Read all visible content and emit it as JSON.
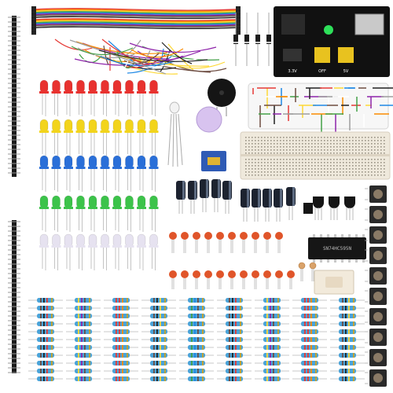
{
  "image": {
    "kind": "product-photo",
    "background": "#ffffff"
  },
  "colors": {
    "led_red": "#e8322f",
    "led_yellow": "#f2d41c",
    "led_blue": "#2a6fd8",
    "led_green": "#3cc34a",
    "led_white": "#e6e2f0",
    "resistor_body": "#4aa3d8",
    "capacitor_ceramic": "#e0552a",
    "capacitor_electrolytic": "#1d2330",
    "transistor": "#151515",
    "button_base": "#2a2a2a",
    "button_cap": "#8a7a66",
    "potentiometer": "#2f5bb5",
    "breadboard": "#efe9dc",
    "power_module": "#0e0e0e",
    "header_pins": "#1a1a1a",
    "wire_colors": [
      "#e53935",
      "#fb8c00",
      "#fdd835",
      "#43a047",
      "#1e88e5",
      "#8e24aa",
      "#6d4c41",
      "#9e9e9e",
      "#212121",
      "#ffffff"
    ]
  },
  "labels": {
    "ic_chip": "SN74HC595N",
    "power_module_pins": [
      "3.3V",
      "OFF",
      "5V"
    ]
  }
}
